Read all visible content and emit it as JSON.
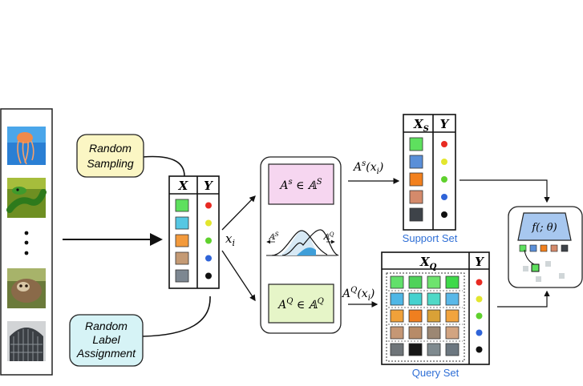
{
  "left_column": {
    "images": [
      "jellyfish-image",
      "green-snake-image",
      "sloth-image",
      "iron-gate-image"
    ],
    "ellipsis": "•\n•\n•"
  },
  "random_sampling": {
    "line1": "Random",
    "line2": "Sampling"
  },
  "random_label": {
    "line1": "Random",
    "line2": "Label",
    "line3": "Assignment"
  },
  "center_table": {
    "header_x": "X",
    "header_y": "Y",
    "colors": [
      "#5ee05e",
      "#56c7e3",
      "#f39a3c",
      "#c49a74",
      "#7d8791"
    ],
    "labels": [
      "#e82a22",
      "#e3e62e",
      "#5fd12d",
      "#2f64d8",
      "#111111"
    ]
  },
  "xi_label": "x",
  "xi_sub": "i",
  "augment_panel": {
    "as_box": "A",
    "as_sup": "s",
    "as_in": " ∈ 𝔸",
    "as_in_sup": "S",
    "aq_box": "A",
    "aq_sup": "Q",
    "aq_in": " ∈ 𝔸",
    "aq_in_sup": "Q",
    "curve_left_label": "𝔸",
    "curve_left_sup": "S",
    "curve_right_label": "𝔸",
    "curve_right_sup": "Q"
  },
  "arrow_top_label": {
    "base": "A",
    "sup": "s",
    "arg": "(x",
    "arg_sub": "i",
    "close": ")"
  },
  "arrow_bottom_label": {
    "base": "A",
    "sup": "Q",
    "arg": "(x",
    "arg_sub": "i",
    "close": ")"
  },
  "support_set": {
    "header_x": "X",
    "header_x_sub": "S",
    "header_y": "Y",
    "caption": "Support Set",
    "colors": [
      "#5ee05e",
      "#5a8fd8",
      "#f2801d",
      "#d48a6b",
      "#3e4349"
    ],
    "labels": [
      "#e82a22",
      "#e3e62e",
      "#5fd12d",
      "#2f64d8",
      "#111111"
    ]
  },
  "query_set": {
    "header_x": "X",
    "header_x_sub": "Q",
    "header_y": "Y",
    "caption": "Query Set",
    "grid": [
      [
        "#62e06a",
        "#4fd25a",
        "#6ee36e",
        "#3fd94a"
      ],
      [
        "#4fb7e6",
        "#45d2cf",
        "#4fd9c7",
        "#59b8e8"
      ],
      [
        "#f0a13a",
        "#f07f1f",
        "#d9a137",
        "#f2a43e"
      ],
      [
        "#c59775",
        "#b78b68",
        "#9c8773",
        "#d2a481"
      ],
      [
        "#6f7579",
        "#161616",
        "#7f8a8f",
        "#6c7780"
      ]
    ],
    "labels": [
      "#e82a22",
      "#e3e62e",
      "#5fd12d",
      "#2f64d8",
      "#111111"
    ]
  },
  "model": {
    "label": "f(; θ)",
    "outputs": [
      "#5ee05e",
      "#5a8fd8",
      "#f2801d",
      "#d48a6b",
      "#3e4349"
    ]
  }
}
